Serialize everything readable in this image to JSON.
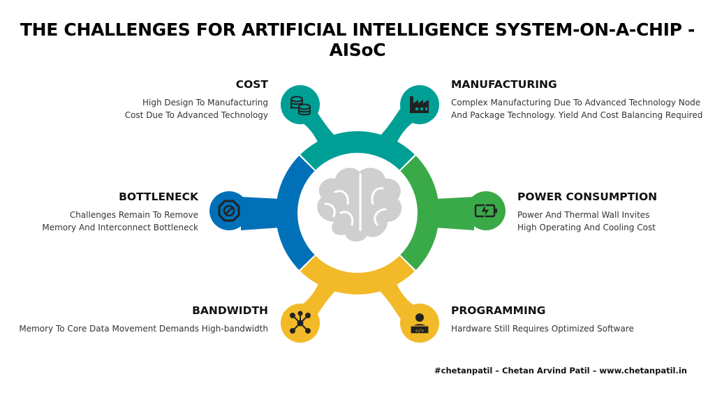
{
  "title": "THE CHALLENGES FOR ARTIFICIAL INTELLIGENCE SYSTEM-ON-A-CHIP - AISoC",
  "colors": {
    "teal": "#009f95",
    "green": "#3aaa48",
    "gold": "#f2b929",
    "blue": "#0070b8",
    "brain": "#cfcfcf",
    "icon": "#222222"
  },
  "challenges": {
    "cost": {
      "heading": "COST",
      "lines": [
        "High Design To Manufacturing",
        "Cost Due To Advanced Technology"
      ],
      "icon": "coins-icon"
    },
    "manufacturing": {
      "heading": "MANUFACTURING",
      "lines": [
        "Complex Manufacturing  Due To Advanced Technology Node",
        "And Package Technology. Yield And Cost Balancing Required"
      ],
      "icon": "factory-icon"
    },
    "bottleneck": {
      "heading": "BOTTLENECK",
      "lines": [
        "Challenges Remain To Remove",
        "Memory And Interconnect Bottleneck"
      ],
      "icon": "block-icon"
    },
    "power": {
      "heading": "POWER CONSUMPTION",
      "lines": [
        "Power And Thermal Wall Invites",
        "High Operating And Cooling Cost"
      ],
      "icon": "battery-charging-icon"
    },
    "bandwidth": {
      "heading": "BANDWIDTH",
      "lines": [
        "Memory To Core Data Movement Demands High-bandwidth"
      ],
      "icon": "network-hub-icon"
    },
    "programming": {
      "heading": "PROGRAMMING",
      "lines": [
        "Hardware Still Requires Optimized Software"
      ],
      "icon": "programmer-icon"
    }
  },
  "center_icon": "brain-icon",
  "footer": "#chetanpatil – Chetan Arvind Patil – www.chetanpatil.in"
}
